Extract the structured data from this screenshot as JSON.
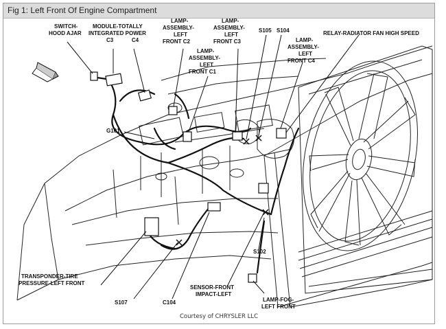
{
  "window": {
    "title": "Fig 1: Left Front Of Engine Compartment"
  },
  "figure": {
    "labels": {
      "switch_hood_ajar": [
        "SWITCH-",
        "HOOD AJAR"
      ],
      "module_tip": [
        "MODULE-TOTALLY",
        "INTEGRATED POWER",
        "C3            C4"
      ],
      "lamp_c2": [
        "LAMP-",
        "ASSEMBLY-",
        "LEFT",
        "FRONT C2"
      ],
      "lamp_c3": [
        "LAMP-",
        "ASSEMBLY-",
        "LEFT",
        "FRONT C3"
      ],
      "lamp_c1": [
        "LAMP-",
        "ASSEMBLY-",
        "LEFT",
        "FRONT C1"
      ],
      "s105": "S105",
      "s104": "S104",
      "lamp_c4": [
        "LAMP-",
        "ASSEMBLY-",
        "LEFT",
        "FRONT C4"
      ],
      "relay": "RELAY-RADIATOR FAN HIGH SPEED",
      "g101": "G101",
      "transponder": [
        "TRANSPONDER-TIRE",
        "PRESSURE-LEFT FRONT"
      ],
      "s107": "S107",
      "c104": "C104",
      "sensor": [
        "SENSOR-FRONT",
        "IMPACT-LEFT"
      ],
      "s102": "S102",
      "lamp_fog": [
        "LAMP-FOG-",
        "LEFT FRONT"
      ]
    },
    "credit": "Courtesy of CHRYSLER LLC"
  }
}
